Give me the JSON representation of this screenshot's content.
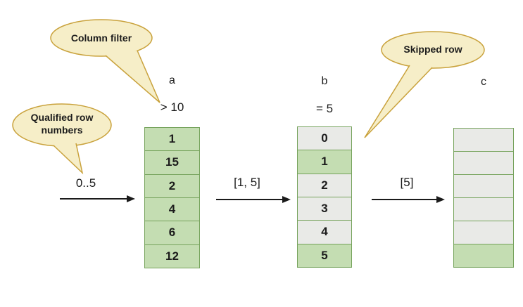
{
  "colors": {
    "bg": "#ffffff",
    "cell-green": "#c4ddb2",
    "cell-gray": "#e9eae7",
    "cell-border": "#76a35c",
    "bubble-fill": "#f6eec8",
    "bubble-border": "#c9a23c",
    "text": "#1c1c1c",
    "arrow": "#1a1a1a"
  },
  "callouts": {
    "column_filter": {
      "text": "Column filter"
    },
    "qualified_rows": {
      "line1": "Qualified row",
      "line2": "numbers"
    },
    "skipped_row": {
      "text": "Skipped row"
    }
  },
  "columns": {
    "a": {
      "header": "a",
      "filter": "> 10",
      "cells": [
        {
          "v": "1",
          "hl": "green"
        },
        {
          "v": "15",
          "hl": "green"
        },
        {
          "v": "2",
          "hl": "green"
        },
        {
          "v": "4",
          "hl": "green"
        },
        {
          "v": "6",
          "hl": "green"
        },
        {
          "v": "12",
          "hl": "green"
        }
      ]
    },
    "b": {
      "header": "b",
      "filter": "= 5",
      "cells": [
        {
          "v": "0",
          "hl": "gray"
        },
        {
          "v": "1",
          "hl": "green"
        },
        {
          "v": "2",
          "hl": "gray"
        },
        {
          "v": "3",
          "hl": "gray"
        },
        {
          "v": "4",
          "hl": "gray"
        },
        {
          "v": "5",
          "hl": "green"
        }
      ]
    },
    "c": {
      "header": "c",
      "cells": [
        {
          "v": "",
          "hl": "gray"
        },
        {
          "v": "",
          "hl": "gray"
        },
        {
          "v": "",
          "hl": "gray"
        },
        {
          "v": "",
          "hl": "gray"
        },
        {
          "v": "",
          "hl": "gray"
        },
        {
          "v": "",
          "hl": "green"
        }
      ]
    }
  },
  "arrows": {
    "first": {
      "label": "0..5"
    },
    "second": {
      "label": "[1, 5]"
    },
    "third": {
      "label": "[5]"
    }
  }
}
